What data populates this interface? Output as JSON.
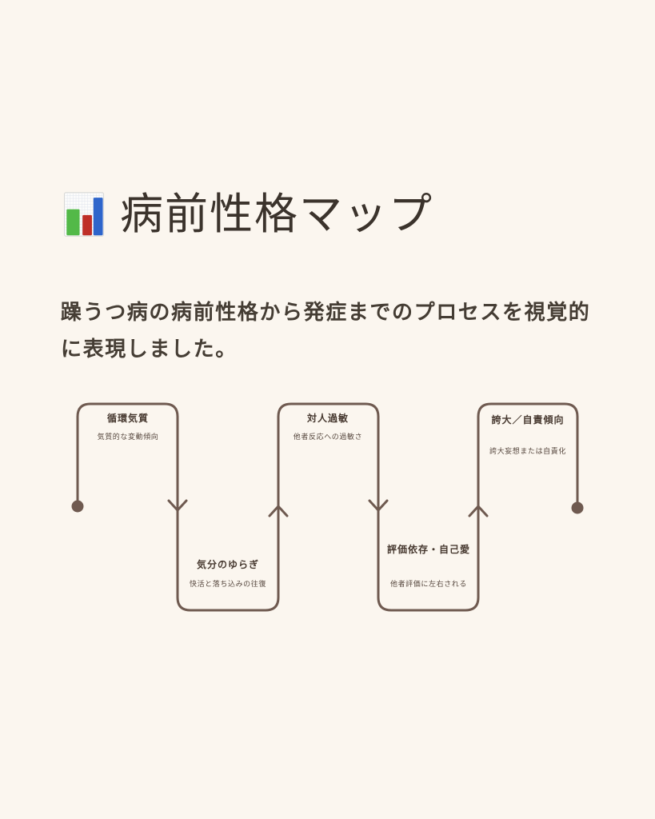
{
  "page": {
    "background_color": "#fbf6ef"
  },
  "header": {
    "title": "病前性格マップ",
    "icon": {
      "name": "bar-chart-icon",
      "green": "#53b948",
      "red": "#bf2f28",
      "blue": "#2e65cb"
    }
  },
  "description": {
    "lines": [
      "躁うつ病の病前性格から発症までのプロセスを視覚的",
      "に表現しました。"
    ]
  },
  "diagram": {
    "type": "serpentine-flow",
    "direction": "left-to-right",
    "line_color": "#6f5a50",
    "nodes": [
      {
        "title": "循環気質",
        "subtitle": "気質的な変動傾向",
        "row": "top"
      },
      {
        "title": "気分のゆらぎ",
        "subtitle": "快活と落ち込みの往復",
        "row": "bottom"
      },
      {
        "title": "対人過敏",
        "subtitle": "他者反応への過敏さ",
        "row": "top"
      },
      {
        "title": "評価依存・自己愛",
        "subtitle": "他者評価に左右される",
        "row": "bottom"
      },
      {
        "title": "誇大／自責傾向",
        "subtitle": "誇大妄想または自責化",
        "row": "top"
      }
    ]
  }
}
